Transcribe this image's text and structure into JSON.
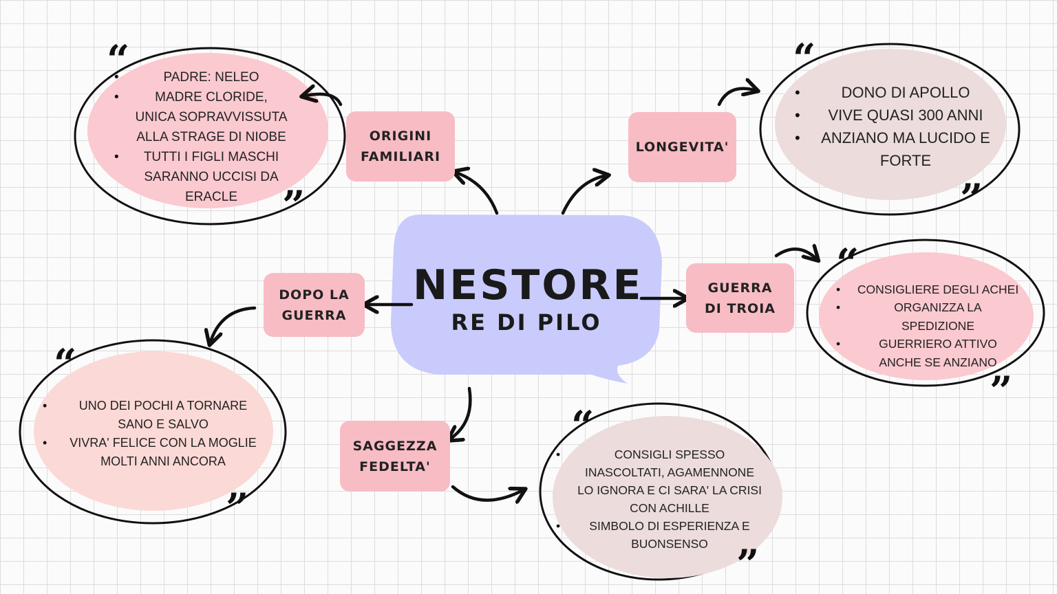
{
  "colors": {
    "center_bubble": "#c9cbfc",
    "topic_box": "#f8bcc4",
    "pink_fill": "#fbc9d0",
    "gray_fill": "#ecdcdc",
    "peach_fill": "#fbd9d6",
    "outline": "#111111"
  },
  "center": {
    "title": "NESTORE",
    "subtitle": "RE DI PILO"
  },
  "topics": {
    "origini": [
      "ORIGINI",
      "FAMILIARI"
    ],
    "longevita": [
      "LONGEVITA'"
    ],
    "dopo": [
      "DOPO LA",
      "GUERRA"
    ],
    "guerra": [
      "GUERRA",
      "DI TROIA"
    ],
    "saggezza": [
      "SAGGEZZA",
      "FEDELTA'"
    ]
  },
  "quote_open": "“",
  "quote_close": "”",
  "bubbles": {
    "origini": [
      "PADRE: NELEO",
      "MADRE CLORIDE, UNICA SOPRAVVISSUTA ALLA STRAGE DI NIOBE",
      "TUTTI I FIGLI MASCHI SARANNO UCCISI DA ERACLE"
    ],
    "longevita": [
      "DONO DI APOLLO",
      "VIVE QUASI 300 ANNI",
      "ANZIANO MA LUCIDO E FORTE"
    ],
    "guerra": [
      "CONSIGLIERE DEGLI ACHEI",
      "ORGANIZZA LA SPEDIZIONE",
      "GUERRIERO ATTIVO ANCHE SE ANZIANO"
    ],
    "dopo": [
      "UNO DEI POCHI A TORNARE SANO E SALVO",
      "VIVRA' FELICE CON LA MOGLIE MOLTI ANNI ANCORA"
    ],
    "saggezza": [
      "CONSIGLI SPESSO INASCOLTATI, AGAMENNONE LO IGNORA E CI SARA' LA CRISI CON ACHILLE",
      "SIMBOLO DI ESPERIENZA E BUONSENSO"
    ]
  }
}
